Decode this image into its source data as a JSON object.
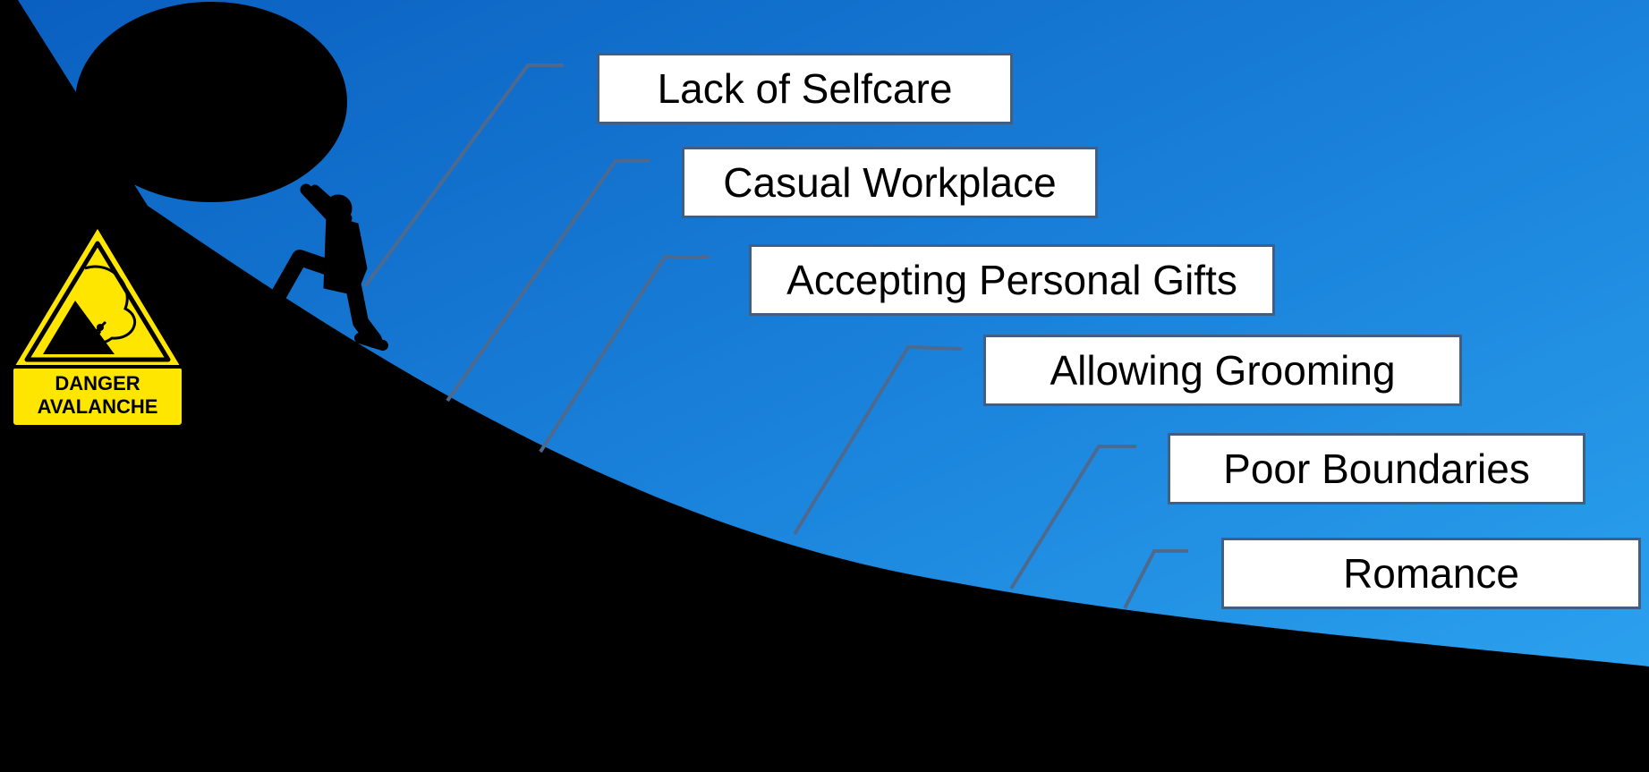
{
  "callouts": [
    "Lack of Selfcare",
    "Casual Workplace",
    "Accepting Personal Gifts",
    "Allowing Grooming",
    "Poor Boundaries",
    "Romance"
  ],
  "warning_sign": {
    "line1": "DANGER",
    "line2": "AVALANCHE",
    "color": "#ffe600"
  },
  "colors": {
    "sky_top": "#0a5fc0",
    "sky_bottom": "#2aa0ee",
    "hill": "#000000",
    "leader_line": "#4d6a8e",
    "callout_border": "#3f5f86"
  }
}
